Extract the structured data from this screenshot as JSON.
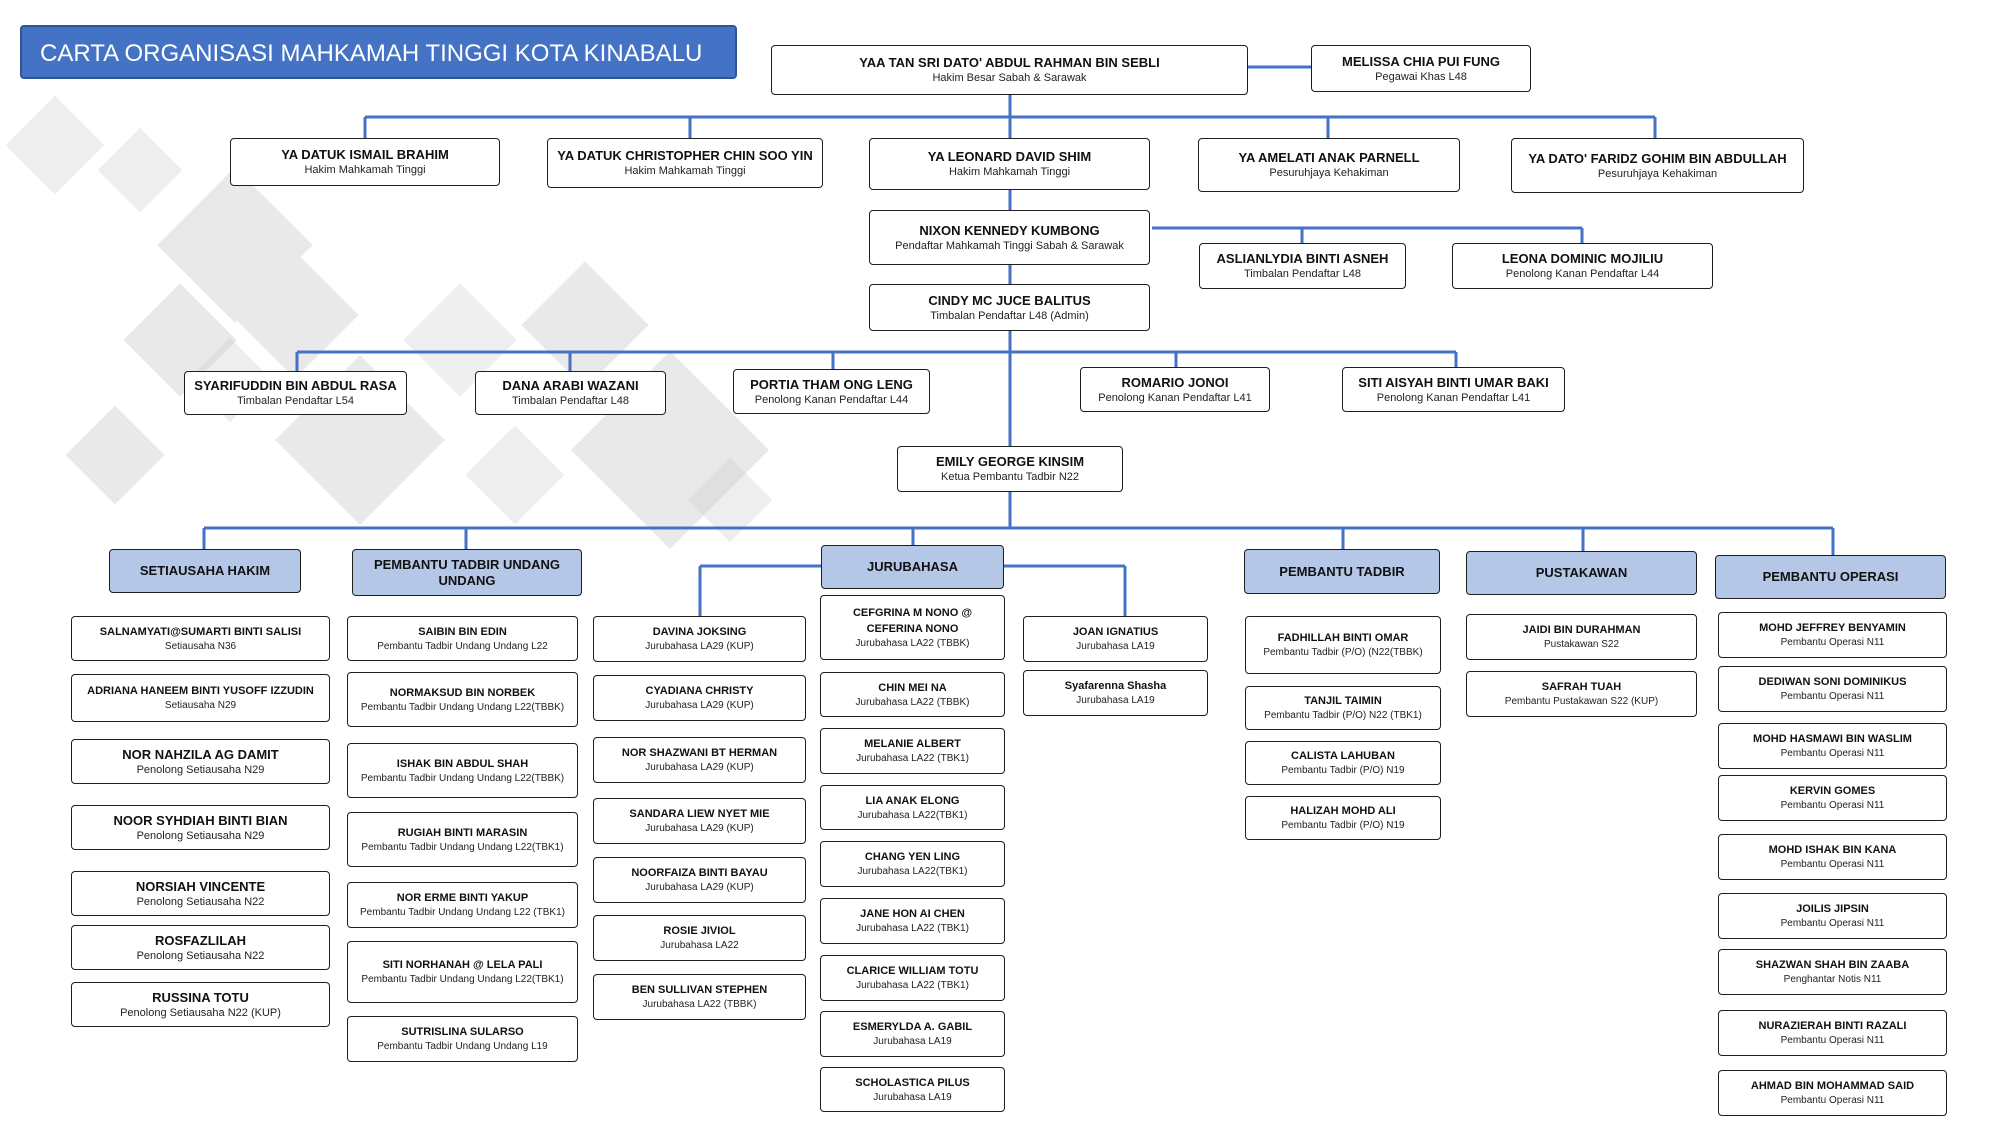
{
  "title": "CARTA ORGANISASI MAHKAMAH TINGGI KOTA KINABALU",
  "chief": {
    "name": "YAA TAN SRI DATO' ABDUL RAHMAN BIN SEBLI",
    "post": "Hakim Besar Sabah & Sarawak"
  },
  "special_officer": {
    "name": "MELISSA CHIA PUI FUNG",
    "post": "Pegawai Khas L48"
  },
  "judges": [
    {
      "name": "YA  DATUK ISMAIL BRAHIM",
      "post": "Hakim Mahkamah Tinggi"
    },
    {
      "name": "YA DATUK CHRISTOPHER CHIN SOO YIN",
      "post": "Hakim Mahkamah Tinggi"
    },
    {
      "name": "YA LEONARD DAVID SHIM",
      "post": "Hakim Mahkamah Tinggi"
    },
    {
      "name": "YA AMELATI ANAK PARNELL",
      "post": "Pesuruhjaya Kehakiman"
    },
    {
      "name": "YA DATO' FARIDZ GOHIM BIN ABDULLAH",
      "post": "Pesuruhjaya Kehakiman"
    }
  ],
  "registrar": {
    "name": "NIXON KENNEDY KUMBONG",
    "post": "Pendaftar Mahkamah Tinggi Sabah & Sarawak"
  },
  "registrar_side": [
    {
      "name": "ASLIANLYDIA BINTI ASNEH",
      "post": "Timbalan Pendaftar L48"
    },
    {
      "name": "LEONA DOMINIC MOJILIU",
      "post": "Penolong Kanan Pendaftar L44"
    }
  ],
  "deputy_admin": {
    "name": "CINDY MC JUCE BALITUS",
    "post": "Timbalan Pendaftar L48 (Admin)"
  },
  "deputies": [
    {
      "name": "SYARIFUDDIN BIN ABDUL RASA",
      "post": "Timbalan Pendaftar L54"
    },
    {
      "name": "DANA ARABI WAZANI",
      "post": "Timbalan Pendaftar L48"
    },
    {
      "name": "PORTIA THAM ONG LENG",
      "post": "Penolong Kanan Pendaftar L44"
    },
    {
      "name": "ROMARIO JONOI",
      "post": "Penolong Kanan Pendaftar L41"
    },
    {
      "name": "SITI AISYAH BINTI UMAR BAKI",
      "post": "Penolong Kanan Pendaftar L41"
    }
  ],
  "chief_admin": {
    "name": "EMILY GEORGE KINSIM",
    "post": "Ketua Pembantu Tadbir N22"
  },
  "headers": {
    "setiausaha": "SETIAUSAHA HAKIM",
    "pembantu_undang": "PEMBANTU TADBIR UNDANG UNDANG",
    "jurubahasa": "JURUBAHASA",
    "pembantu_tadbir": "PEMBANTU TADBIR",
    "pustakawan": "PUSTAKAWAN",
    "operasi": "PEMBANTU OPERASI"
  },
  "setiausaha": [
    {
      "name": "SALNAMYATI@SUMARTI BINTI SALISI",
      "post": "Setiausaha N36"
    },
    {
      "name": "ADRIANA HANEEM BINTI YUSOFF IZZUDIN",
      "post": "Setiausaha  N29"
    },
    {
      "name": "NOR NAHZILA AG DAMIT",
      "post": "Penolong Setiausaha N29"
    },
    {
      "name": "NOOR SYHDIAH BINTI BIAN",
      "post": "Penolong Setiausaha N29"
    },
    {
      "name": "NORSIAH VINCENTE",
      "post": "Penolong Setiausaha N22"
    },
    {
      "name": "ROSFAZLILAH",
      "post": "Penolong Setiausaha N22"
    },
    {
      "name": "RUSSINA TOTU",
      "post": "Penolong Setiausaha N22 (KUP)"
    }
  ],
  "pembantu_undang": [
    {
      "name": "SAIBIN BIN EDIN",
      "post": "Pembantu Tadbir Undang Undang L22"
    },
    {
      "name": "NORMAKSUD BIN NORBEK",
      "post": "Pembantu Tadbir Undang Undang L22(TBBK)"
    },
    {
      "name": "ISHAK BIN ABDUL SHAH",
      "post": "Pembantu Tadbir Undang Undang L22(TBBK)"
    },
    {
      "name": "RUGIAH BINTI MARASIN",
      "post": "Pembantu Tadbir Undang Undang L22(TBK1)"
    },
    {
      "name": "NOR ERME BINTI YAKUP",
      "post": "Pembantu Tadbir Undang Undang L22 (TBK1)"
    },
    {
      "name": "SITI NORHANAH @ LELA PALI",
      "post": "Pembantu Tadbir Undang Undang L22(TBK1)"
    },
    {
      "name": "SUTRISLINA SULARSO",
      "post": "Pembantu Tadbir Undang Undang L19"
    }
  ],
  "jurubahasa_left": [
    {
      "name": "DAVINA JOKSING",
      "post": "Jurubahasa LA29 (KUP)"
    },
    {
      "name": "CYADIANA CHRISTY",
      "post": "Jurubahasa LA29 (KUP)"
    },
    {
      "name": "NOR SHAZWANI BT HERMAN",
      "post": "Jurubahasa LA29 (KUP)"
    },
    {
      "name": "SANDARA LIEW NYET MIE",
      "post": "Jurubahasa  LA29 (KUP)"
    },
    {
      "name": "NOORFAIZA BINTI BAYAU",
      "post": "Jurubahasa LA29 (KUP)"
    },
    {
      "name": "ROSIE JIVIOL",
      "post": "Jurubahasa LA22"
    },
    {
      "name": "BEN SULLIVAN STEPHEN",
      "post": "Jurubahasa LA22 (TBBK)"
    }
  ],
  "jurubahasa_mid": [
    {
      "name": "CEFGRINA M NONO @ CEFERINA NONO",
      "post": "Jurubahasa  LA22 (TBBK)"
    },
    {
      "name": "CHIN MEI NA",
      "post": "Jurubahasa LA22 (TBBK)"
    },
    {
      "name": "MELANIE ALBERT",
      "post": "Jurubahasa LA22 (TBK1)"
    },
    {
      "name": "LIA ANAK ELONG",
      "post": "Jurubahasa LA22(TBK1)"
    },
    {
      "name": "CHANG YEN LING",
      "post": "Jurubahasa LA22(TBK1)"
    },
    {
      "name": "JANE HON AI CHEN",
      "post": "Jurubahasa LA22 (TBK1)"
    },
    {
      "name": "CLARICE WILLIAM TOTU",
      "post": "Jurubahasa LA22 (TBK1)"
    },
    {
      "name": "ESMERYLDA A. GABIL",
      "post": "Jurubahasa LA19"
    },
    {
      "name": "SCHOLASTICA PILUS",
      "post": "Jurubahasa LA19"
    }
  ],
  "jurubahasa_right": [
    {
      "name": "JOAN IGNATIUS",
      "post": "Jurubahasa LA19"
    },
    {
      "name": "Syafarenna Shasha",
      "post": "Jurubahasa LA19"
    }
  ],
  "pembantu_tadbir": [
    {
      "name": "FADHILLAH BINTI OMAR",
      "post": "Pembantu Tadbir (P/O) (N22(TBBK)"
    },
    {
      "name": "TANJIL TAIMIN",
      "post": "Pembantu Tadbir (P/O) N22 (TBK1)"
    },
    {
      "name": "CALISTA LAHUBAN",
      "post": "Pembantu Tadbir (P/O) N19"
    },
    {
      "name": "HALIZAH MOHD ALI",
      "post": "Pembantu Tadbir (P/O) N19"
    }
  ],
  "pustakawan": [
    {
      "name": "JAIDI BIN DURAHMAN",
      "post": "Pustakawan S22"
    },
    {
      "name": "SAFRAH TUAH",
      "post": "Pembantu Pustakawan S22 (KUP)"
    }
  ],
  "operasi": [
    {
      "name": "MOHD JEFFREY BENYAMIN",
      "post": "Pembantu Operasi N11"
    },
    {
      "name": "DEDIWAN SONI DOMINIKUS",
      "post": "Pembantu Operasi N11"
    },
    {
      "name": "MOHD HASMAWI BIN WASLIM",
      "post": "Pembantu Operasi N11"
    },
    {
      "name": "KERVIN GOMES",
      "post": "Pembantu Operasi N11"
    },
    {
      "name": "MOHD ISHAK BIN KANA",
      "post": "Pembantu Operasi N11"
    },
    {
      "name": "JOILIS JIPSIN",
      "post": "Pembantu Operasi N11"
    },
    {
      "name": "SHAZWAN SHAH BIN ZAABA",
      "post": "Penghantar Notis N11"
    },
    {
      "name": "NURAZIERAH BINTI RAZALI",
      "post": "Pembantu Operasi N11"
    },
    {
      "name": "AHMAD BIN MOHAMMAD SAID",
      "post": "Pembantu Operasi N11"
    }
  ]
}
